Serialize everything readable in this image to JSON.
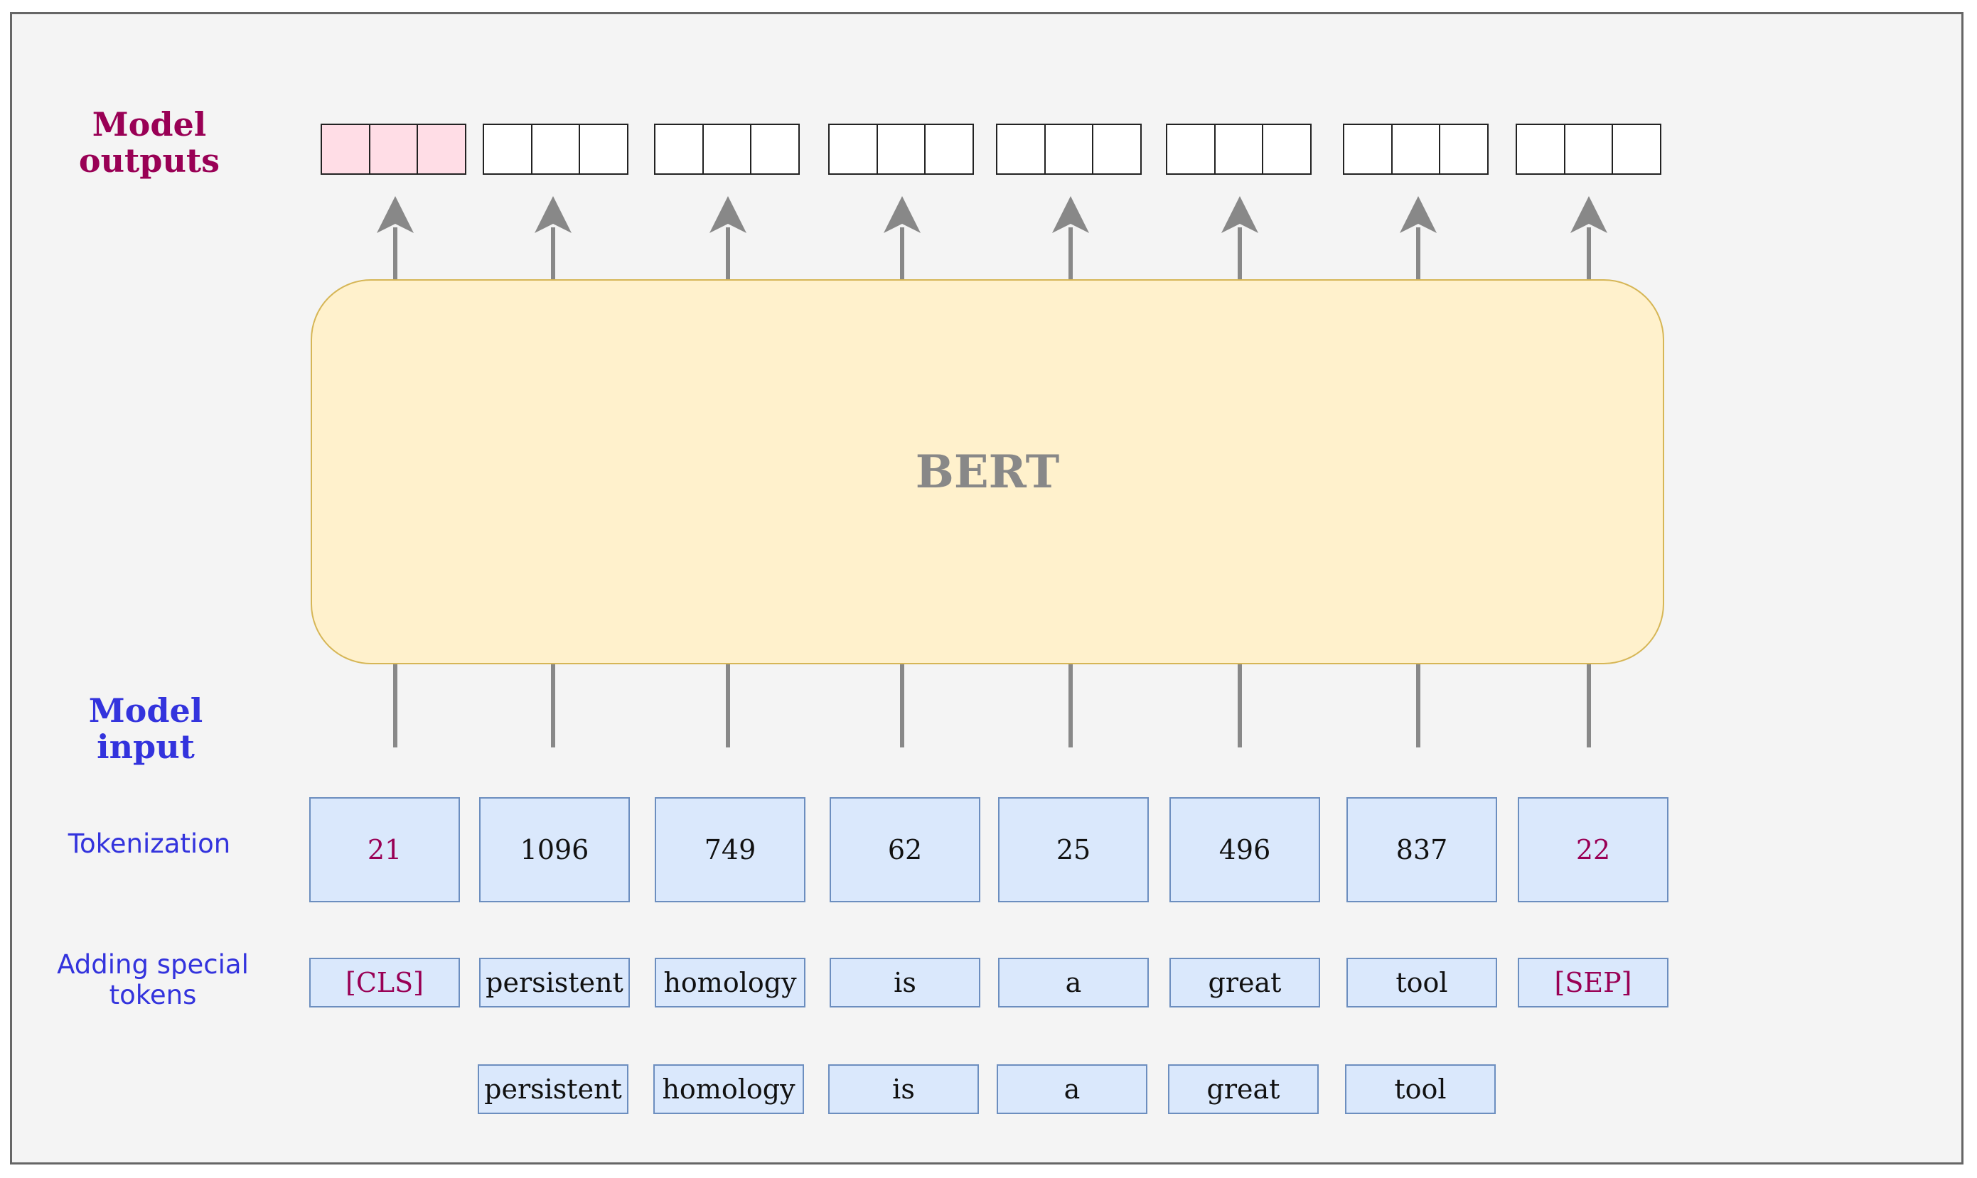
{
  "labels": {
    "model_outputs": "Model outputs",
    "model_input": "Model input",
    "tokenization": "Tokenization",
    "adding_special_tokens": "Adding special tokens"
  },
  "model": {
    "name": "BERT"
  },
  "token_ids": [
    "21",
    "1096",
    "749",
    "62",
    "25",
    "496",
    "837",
    "22"
  ],
  "special_tokens": [
    "[CLS]",
    "persistent",
    "homology",
    "is",
    "a",
    "great",
    "tool",
    "[SEP]"
  ],
  "words": [
    "persistent",
    "homology",
    "is",
    "a",
    "great",
    "tool"
  ],
  "colors": {
    "special_token_text": "#990055",
    "input_label": "#3333dd",
    "output_label": "#990055",
    "bert_fill": "#fff1cc",
    "bert_border": "#d6b656",
    "token_fill": "#dae8fc",
    "token_border": "#6c8ebf",
    "cls_output_fill": "#ffdde6",
    "arrow": "#888888"
  }
}
